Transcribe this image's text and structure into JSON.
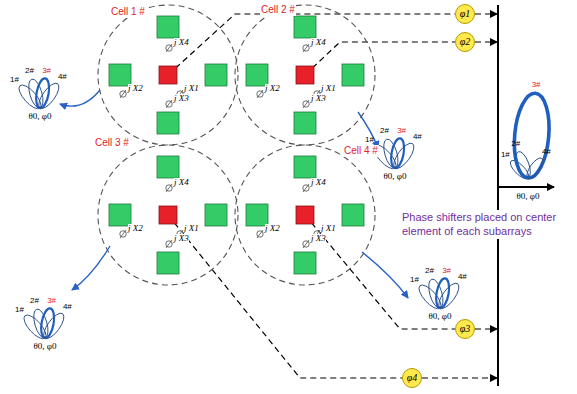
{
  "diagram": {
    "nodes": [
      {
        "text": [
          "Cell 1 #"
        ]
      },
      {
        "text": [
          "Cell 2 #"
        ]
      },
      {
        "text": [
          "Cell 3 #"
        ]
      },
      {
        "text": [
          "Cell 4 #"
        ]
      },
      {
        "text": [
          "φ1"
        ]
      },
      {
        "text": [
          "φ2"
        ]
      },
      {
        "text": [
          "φ3"
        ]
      },
      {
        "text": [
          "φ4"
        ]
      }
    ],
    "edges": [
      {
        "from": 0,
        "to": 4,
        "arrow": "none"
      },
      {
        "from": 1,
        "to": 5,
        "arrow": "none"
      },
      {
        "from": 2,
        "to": 7,
        "arrow": "none"
      },
      {
        "from": 3,
        "to": 6,
        "arrow": "none"
      }
    ],
    "labels": [
      "j X4",
      "j X2",
      "j X1",
      "j X3",
      "j X4",
      "j X2",
      "j X1",
      "j X3",
      "j X4",
      "j X2",
      "j X1",
      "j X3",
      "j X4",
      "j X2",
      "j X1",
      "j X3",
      "1#",
      "2#",
      "3#",
      "4#",
      "θ0, φ0",
      "1#",
      "2#",
      "3#",
      "4#",
      "θ0, φ0",
      "1#",
      "2#",
      "3#",
      "4#",
      "θ0, φ0",
      "1#",
      "2#",
      "3#",
      "4#",
      "θ0, φ0",
      "1#",
      "2#",
      "3#",
      "4#",
      "θ0, φ0",
      "Phase shifters placed on center element of each subarrays"
    ]
  }
}
